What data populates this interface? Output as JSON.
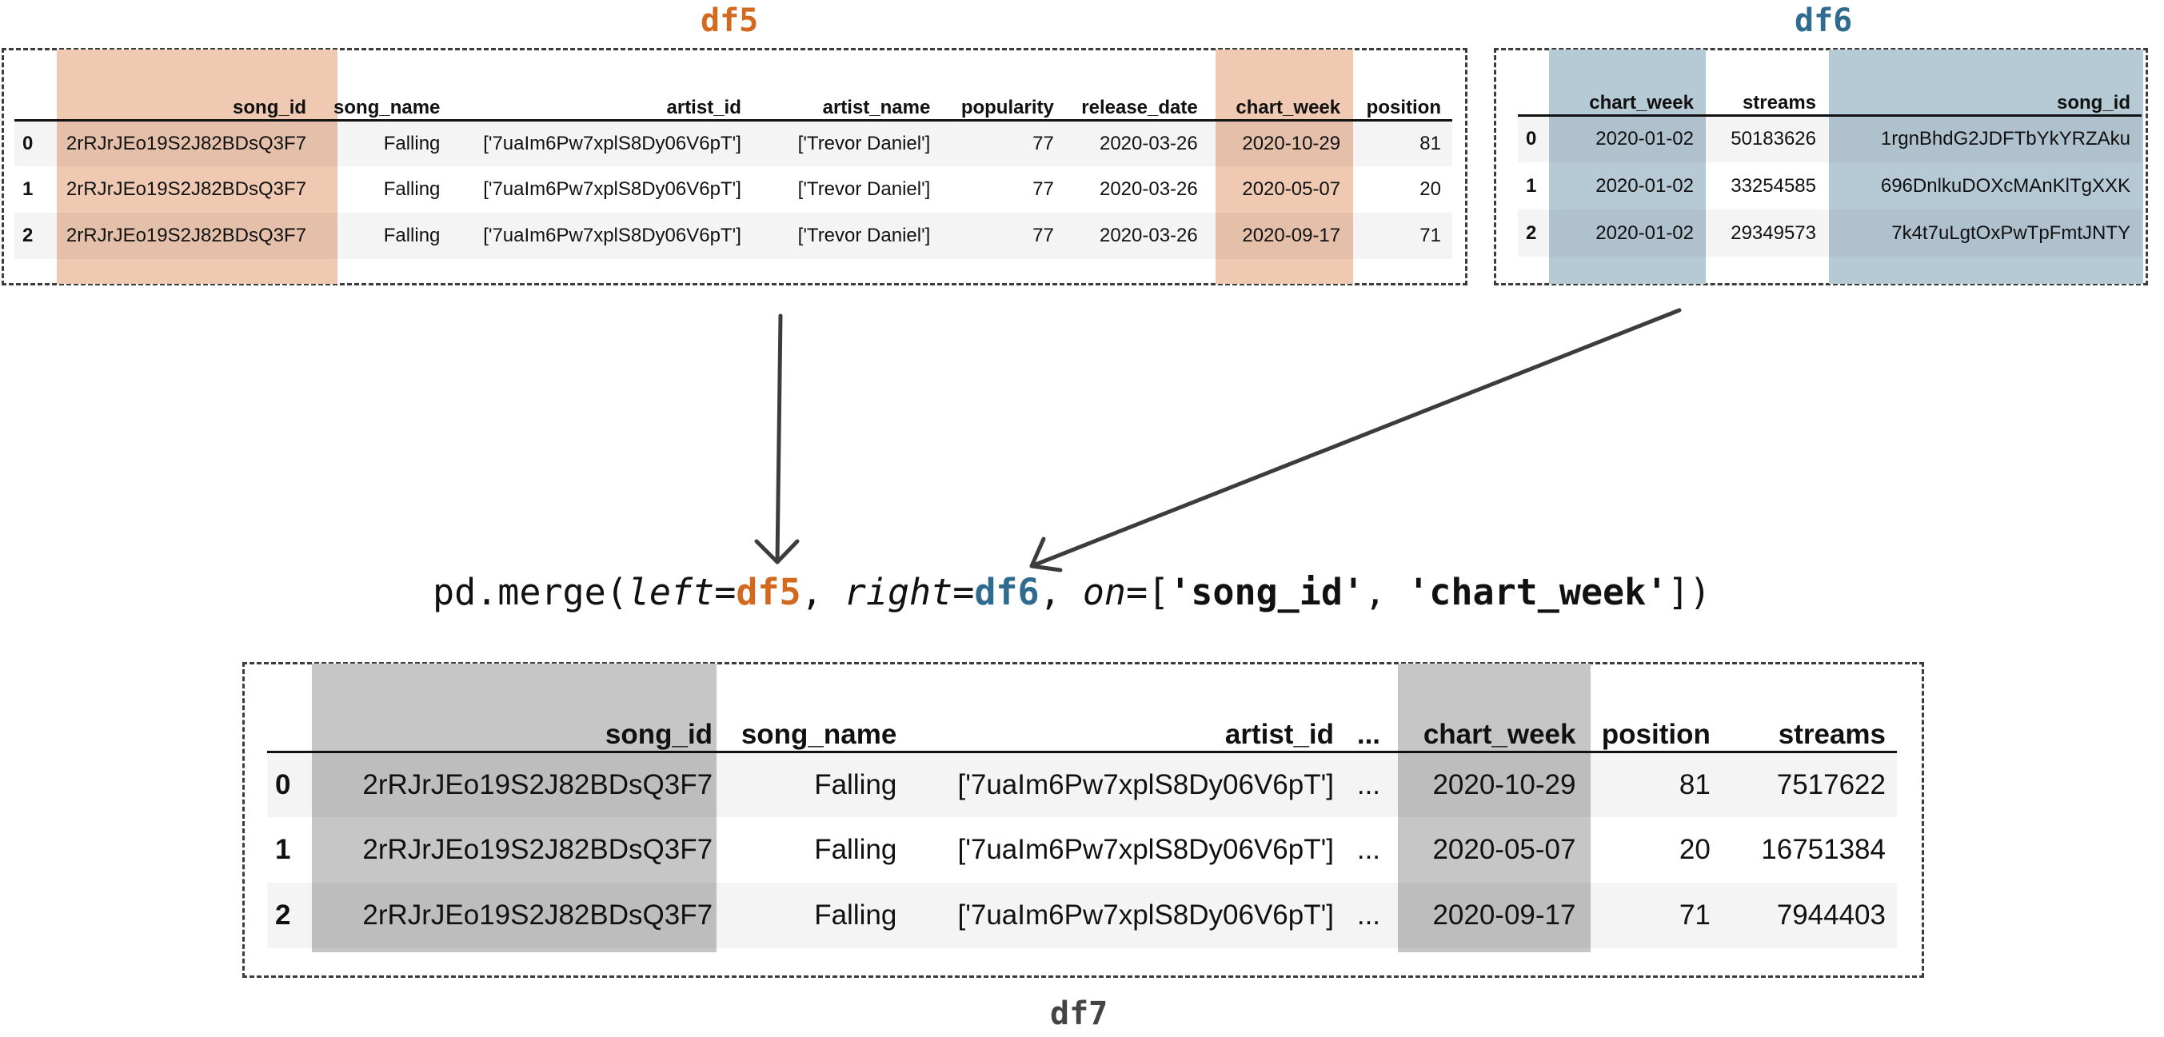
{
  "colors": {
    "df5_accent": "#d2691e",
    "df6_accent": "#2e6b8f",
    "df7_label": "#444444",
    "df5_highlight": "#efc9b2",
    "df6_highlight": "#b6cad6",
    "df7_highlight": "#c6c6c6"
  },
  "df5": {
    "title": "df5",
    "columns": [
      "",
      "song_id",
      "song_name",
      "artist_id",
      "artist_name",
      "popularity",
      "release_date",
      "chart_week",
      "position"
    ],
    "rows": [
      [
        "0",
        "2rRJrJEo19S2J82BDsQ3F7",
        "Falling",
        "['7uaIm6Pw7xplS8Dy06V6pT']",
        "['Trevor Daniel']",
        "77",
        "2020-03-26",
        "2020-10-29",
        "81"
      ],
      [
        "1",
        "2rRJrJEo19S2J82BDsQ3F7",
        "Falling",
        "['7uaIm6Pw7xplS8Dy06V6pT']",
        "['Trevor Daniel']",
        "77",
        "2020-03-26",
        "2020-05-07",
        "20"
      ],
      [
        "2",
        "2rRJrJEo19S2J82BDsQ3F7",
        "Falling",
        "['7uaIm6Pw7xplS8Dy06V6pT']",
        "['Trevor Daniel']",
        "77",
        "2020-03-26",
        "2020-09-17",
        "71"
      ]
    ]
  },
  "df6": {
    "title": "df6",
    "columns": [
      "",
      "chart_week",
      "streams",
      "song_id"
    ],
    "rows": [
      [
        "0",
        "2020-01-02",
        "50183626",
        "1rgnBhdG2JDFTbYkYRZAku"
      ],
      [
        "1",
        "2020-01-02",
        "33254585",
        "696DnlkuDOXcMAnKlTgXXK"
      ],
      [
        "2",
        "2020-01-02",
        "29349573",
        "7k4t7uLgtOxPwTpFmtJNTY"
      ]
    ]
  },
  "code": {
    "func": "pd.merge(",
    "left_kw": "left",
    "eq": "=",
    "left_val": "df5",
    "sep1": ", ",
    "right_kw": "right",
    "right_val": "df6",
    "on_kw": "on",
    "open": "[",
    "key1": "'song_id'",
    "sep2": ", ",
    "key2": "'chart_week'",
    "close": "])"
  },
  "df7": {
    "title": "df7",
    "columns": [
      "",
      "song_id",
      "song_name",
      "artist_id",
      "...",
      "chart_week",
      "position",
      "streams"
    ],
    "rows": [
      [
        "0",
        "2rRJrJEo19S2J82BDsQ3F7",
        "Falling",
        "['7uaIm6Pw7xplS8Dy06V6pT']",
        "...",
        "2020-10-29",
        "81",
        "7517622"
      ],
      [
        "1",
        "2rRJrJEo19S2J82BDsQ3F7",
        "Falling",
        "['7uaIm6Pw7xplS8Dy06V6pT']",
        "...",
        "2020-05-07",
        "20",
        "16751384"
      ],
      [
        "2",
        "2rRJrJEo19S2J82BDsQ3F7",
        "Falling",
        "['7uaIm6Pw7xplS8Dy06V6pT']",
        "...",
        "2020-09-17",
        "71",
        "7944403"
      ]
    ]
  }
}
